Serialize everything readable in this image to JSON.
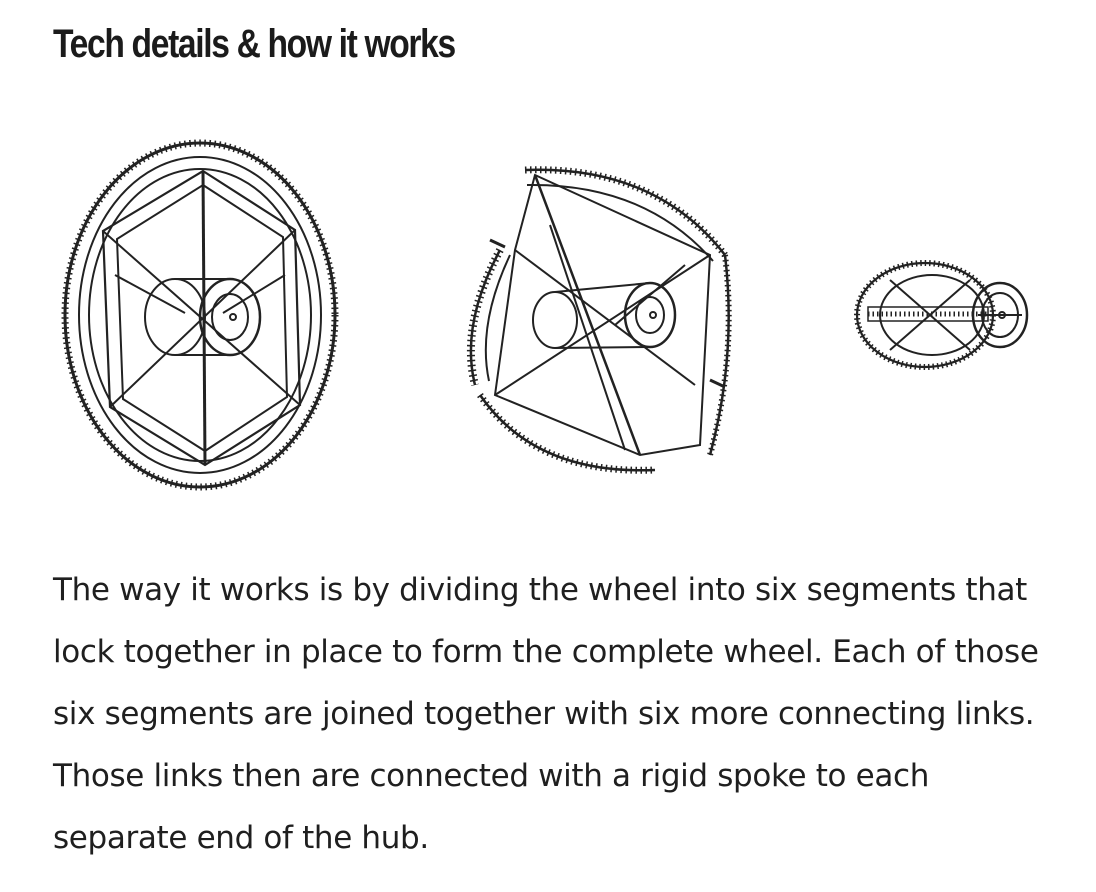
{
  "section": {
    "heading": "Tech details & how it works",
    "body": "The way it works is by dividing the wheel into six segments that lock together in place to form the complete wheel. Each of those six segments are joined together with six more connecting links. Those links then are connected with a rigid spoke to each separate end of the hub."
  },
  "figure": {
    "stages": [
      "wheel-assembled",
      "wheel-folding",
      "wheel-folded"
    ]
  }
}
